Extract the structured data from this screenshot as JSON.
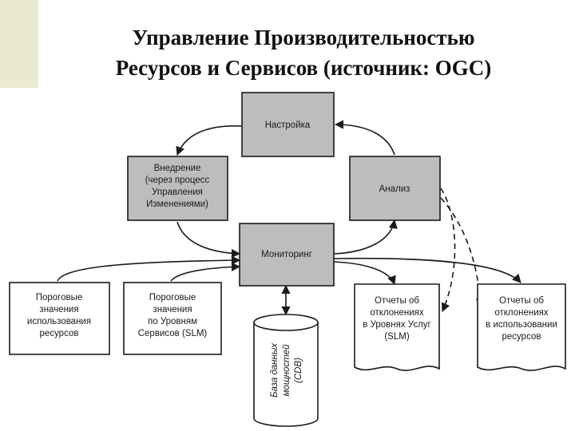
{
  "title": {
    "line1": "Управление Производительностью",
    "line2": "Ресурсов и Сервисов (источник: OGC)"
  },
  "diagram": {
    "nastroyka": "Настройка",
    "vnedrenie": [
      "Внедрение",
      "(через процесс",
      "Управления",
      "Изменениями)"
    ],
    "analiz": "Анализ",
    "monitoring": "Мониторинг",
    "porog_resursy": [
      "Пороговые",
      "значения",
      "использования",
      "ресурсов"
    ],
    "porog_slm": [
      "Пороговые",
      "значения",
      "по Уровням",
      "Сервисов (SLM)"
    ],
    "baza": [
      "База данных",
      "мощностей",
      "(CDB)"
    ],
    "otchet_slm": [
      "Отчеты об",
      "отклонениях",
      "в Уровнях Услуг",
      "(SLM)"
    ],
    "otchet_resursy": [
      "Отчеты об",
      "отклонениях",
      "в использовании",
      "ресурсов"
    ]
  },
  "colors": {
    "shaded_box": "#bdbdbd",
    "line": "#1a1a1a",
    "band": "#ebe9cf"
  }
}
